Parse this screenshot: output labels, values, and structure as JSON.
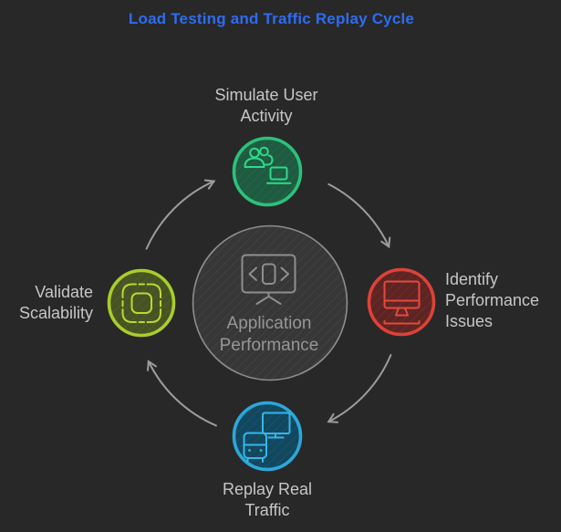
{
  "title": {
    "text": "Load Testing and Traffic Replay Cycle"
  },
  "center": {
    "label": "Application\nPerformance",
    "icon": "code-monitor-icon",
    "border_color": "#8d8d8d",
    "fill_color": "#373737",
    "icon_color": "#8f8f8f"
  },
  "nodes": [
    {
      "id": "simulate-user-activity",
      "label": "Simulate User\nActivity",
      "position": "top",
      "icon": "users-laptop-icon",
      "border_color": "#2bc17c",
      "fill_color": "#1e5b40",
      "icon_color": "#2fd98c"
    },
    {
      "id": "identify-performance-issues",
      "label": "Identify\nPerformance\nIssues",
      "position": "right",
      "icon": "monitor-network-icon",
      "border_color": "#dc4237",
      "fill_color": "#5e2422",
      "icon_color": "#e4493e"
    },
    {
      "id": "replay-real-traffic",
      "label": "Replay Real\nTraffic",
      "position": "bottom",
      "icon": "monitor-bus-icon",
      "border_color": "#2ba7da",
      "fill_color": "#11485f",
      "icon_color": "#36b6e8"
    },
    {
      "id": "validate-scalability",
      "label": "Validate\nScalability",
      "position": "left",
      "icon": "scalability-frame-icon",
      "border_color": "#a8cd2c",
      "fill_color": "#485323",
      "icon_color": "#b8da33"
    }
  ],
  "arrows": [
    {
      "from": "validate-scalability",
      "to": "simulate-user-activity"
    },
    {
      "from": "simulate-user-activity",
      "to": "identify-performance-issues"
    },
    {
      "from": "identify-performance-issues",
      "to": "replay-real-traffic"
    },
    {
      "from": "replay-real-traffic",
      "to": "validate-scalability"
    }
  ],
  "colors": {
    "background": "#282828",
    "title": "#2d6cf2",
    "node_label": "#c6c6c6",
    "center_label": "#969696",
    "arrow": "#9c9c9c"
  }
}
